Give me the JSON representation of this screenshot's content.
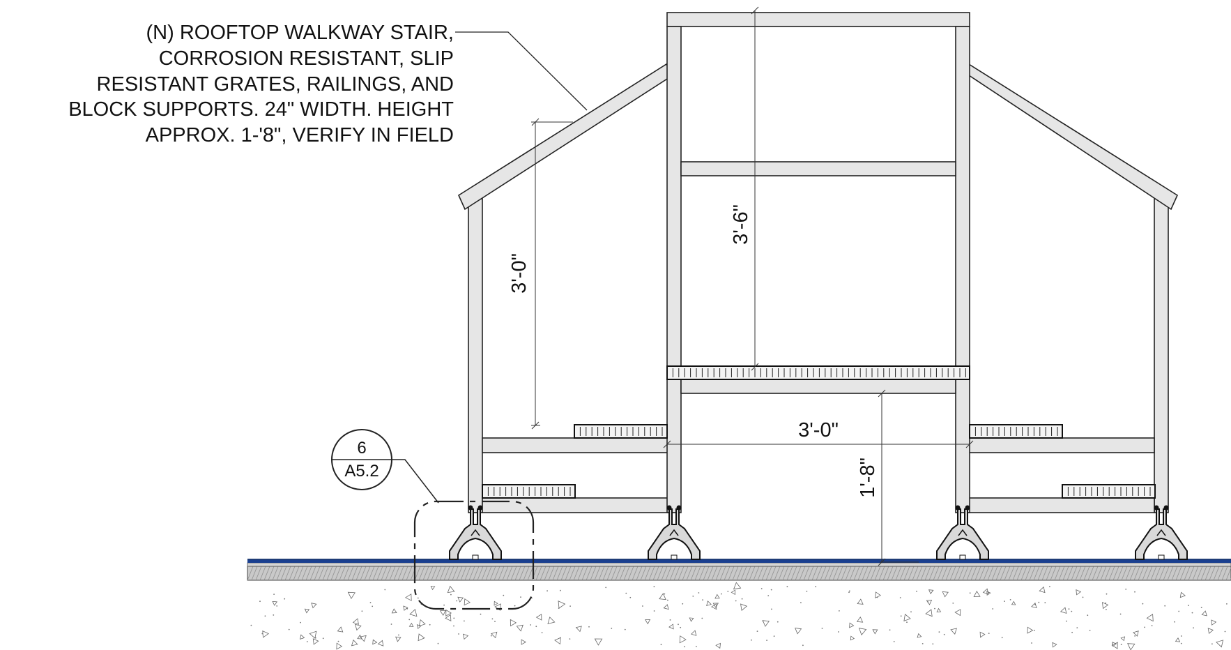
{
  "note": {
    "lines": [
      "(N) ROOFTOP WALKWAY STAIR,",
      "CORROSION RESISTANT, SLIP",
      "RESISTANT GRATES, RAILINGS, AND",
      "BLOCK SUPPORTS. 24\" WIDTH. HEIGHT",
      "APPROX. 1-'8\", VERIFY IN FIELD"
    ]
  },
  "dimensions": {
    "rail_height_side": "3'-0\"",
    "rail_height_platform": "3'-6\"",
    "platform_width": "3'-0\"",
    "platform_height": "1'-8\""
  },
  "detail_tag": {
    "number": "6",
    "sheet": "A5.2"
  },
  "colors": {
    "membrane": "#1a3f8f",
    "frame_fill": "#e6e6e6",
    "block_fill": "#d9d9d9",
    "line": "#222222"
  }
}
